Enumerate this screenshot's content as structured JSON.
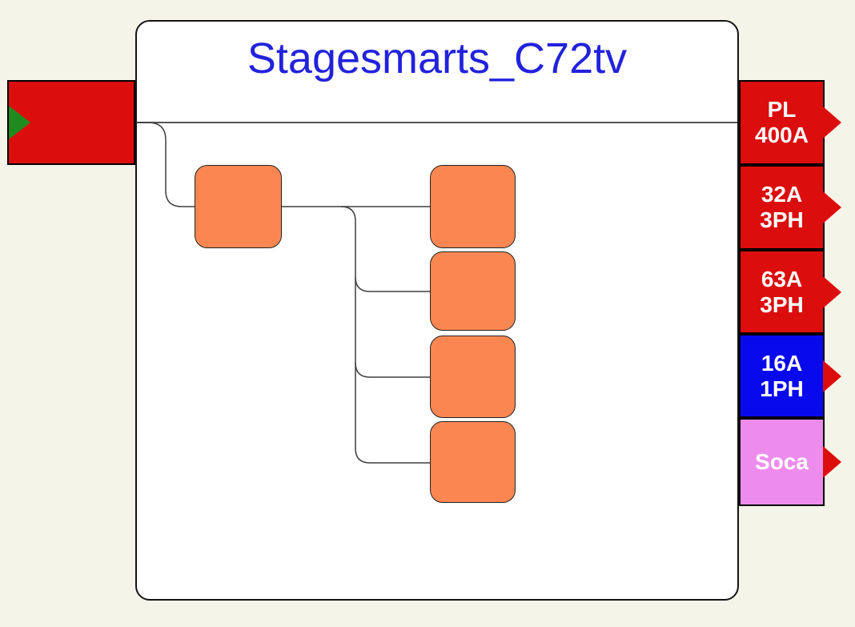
{
  "title": {
    "text": "Stagesmarts_C72tv"
  },
  "palette": {
    "background": "#F5F4E9",
    "panel_fill": "#FFFFFF",
    "title_color": "#2222DD",
    "breaker_fill": "#FA8751",
    "input_fill": "#DC0D0D",
    "input_arrow_green": "#1F8B1F",
    "wire_color": "#3D3D3D",
    "label_text_color": "#FFFFFF"
  },
  "outputs": [
    {
      "id": "pl-400a",
      "line1": "PL",
      "line2": "400A",
      "fill": "#DC0D0D",
      "arrow_color": "#DC0D0D"
    },
    {
      "id": "32a-3ph",
      "line1": "32A",
      "line2": "3PH",
      "fill": "#DC0D0D",
      "arrow_color": "#DC0D0D"
    },
    {
      "id": "63a-3ph",
      "line1": "63A",
      "line2": "3PH",
      "fill": "#DC0D0D",
      "arrow_color": "#DC0D0D"
    },
    {
      "id": "16a-1ph",
      "line1": "16A",
      "line2": "1PH",
      "fill": "#0909EE",
      "arrow_color": "#DC0D0D"
    },
    {
      "id": "soca",
      "line1": "Soca",
      "line2": "",
      "fill": "#EE8CEE",
      "arrow_color": "#DC0D0D"
    }
  ]
}
